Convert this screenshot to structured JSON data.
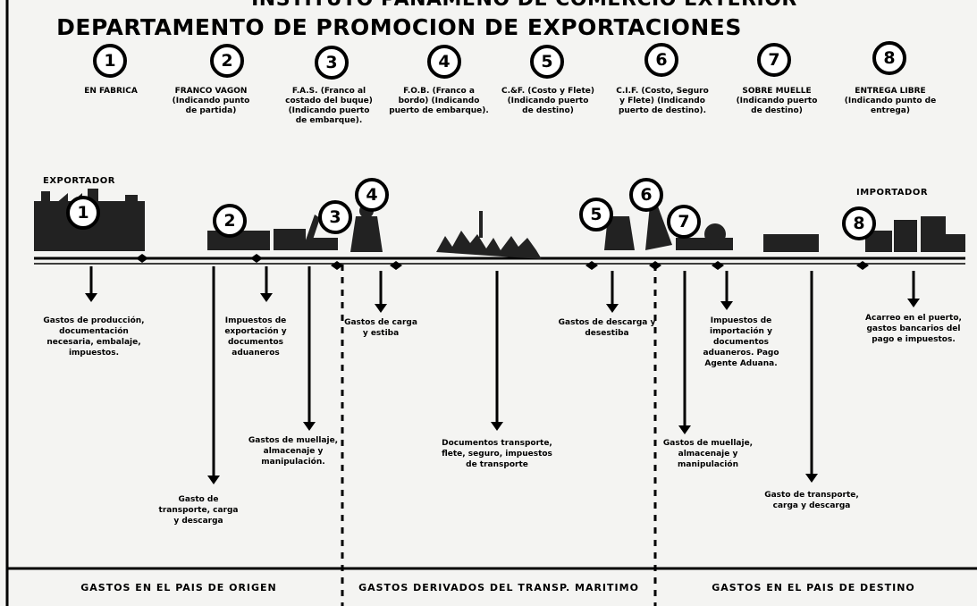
{
  "header": {
    "line1": "INSTITUTO PANAMEÑO DE COMERCIO EXTERIOR",
    "line2": "DEPARTAMENTO DE PROMOCION DE EXPORTACIONES"
  },
  "terms": [
    {
      "number": "1",
      "caption": "EN FABRICA"
    },
    {
      "number": "2",
      "caption": "FRANCO VAGON (Indicando punto de partida)"
    },
    {
      "number": "3",
      "caption": "F.A.S. (Franco al costado del buque) (Indicando puerto de embarque)."
    },
    {
      "number": "4",
      "caption": "F.O.B. (Franco a bordo) (Indicando puerto de embarque)."
    },
    {
      "number": "5",
      "caption": "C.&F. (Costo y Flete) (Indicando puerto de destino)"
    },
    {
      "number": "6",
      "caption": "C.I.F. (Costo, Seguro y Flete) (Indicando puerto de destino)."
    },
    {
      "number": "7",
      "caption": "SOBRE MUELLE (Indicando puerto de destino)"
    },
    {
      "number": "8",
      "caption": "ENTREGA LIBRE (Indicando punto de entrega)"
    }
  ],
  "timeline_markers": [
    "1",
    "2",
    "3",
    "4",
    "5",
    "6",
    "7",
    "8"
  ],
  "party_labels": {
    "exporter": "EXPORTADOR",
    "importer": "IMPORTADOR"
  },
  "costs": [
    "Gastos de producción, documentación necesaria, embalaje, impuestos.",
    "Gasto de transporte, carga y descarga",
    "Impuestos de exportación y documentos aduaneros",
    "Gastos de muellaje, almacenaje y manipulación.",
    "Gastos de carga y estiba",
    "Documentos transporte, flete, seguro, impuestos de transporte",
    "Gastos de descarga y desestiba",
    "Gastos de muellaje, almacenaje y manipulación",
    "Impuestos de importación y documentos aduaneros. Pago Agente Aduana.",
    "Gasto de transporte, carga y descarga",
    "Acarreo en el puerto, gastos bancarios del pago e impuestos."
  ],
  "sections": [
    "GASTOS EN EL PAIS DE ORIGEN",
    "GASTOS DERIVADOS DEL TRANSP. MARITIMO",
    "GASTOS EN EL PAIS DE DESTINO"
  ]
}
